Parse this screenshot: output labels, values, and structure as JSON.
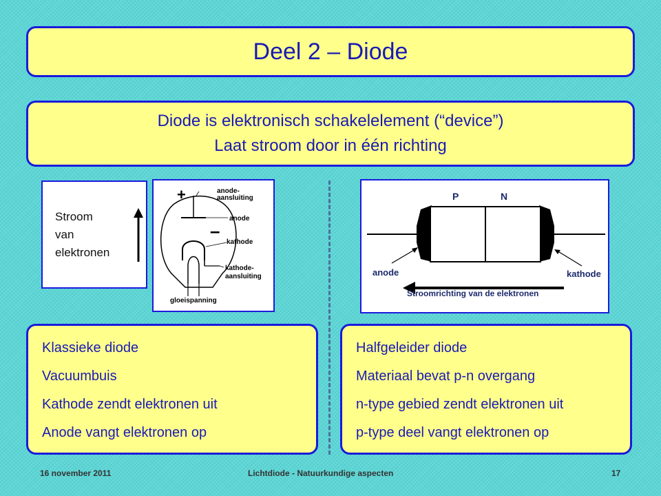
{
  "title": "Deel 2 – Diode",
  "subtitle": {
    "line1": "Diode is elektronisch schakelelement  (“device”)",
    "line2": "Laat stroom door in één richting"
  },
  "stroom_label": [
    "Stroom",
    "van",
    "elektronen"
  ],
  "tube": {
    "plus": "+",
    "minus": "–",
    "anode_aansluiting": [
      "anode-",
      "aansluiting"
    ],
    "anode": "anode",
    "kathode": "kathode",
    "kathode_aansluiting": [
      "kathode-",
      "aansluiting"
    ],
    "gloeispanning": "gloeispanning"
  },
  "pn": {
    "p": "P",
    "n": "N",
    "anode": "anode",
    "kathode": "kathode",
    "caption": "Stroomrichting van de elektronen"
  },
  "left_list": [
    "Klassieke diode",
    "Vacuumbuis",
    "Kathode zendt elektronen uit",
    "Anode vangt elektronen op"
  ],
  "right_list": [
    "Halfgeleider diode",
    "Materiaal bevat p-n overgang",
    "n-type gebied zendt elektronen uit",
    "p-type deel vangt elektronen op"
  ],
  "footer": {
    "date": "16 november 2011",
    "center": "Lichtdiode - Natuurkundige aspecten",
    "page": "17"
  },
  "colors": {
    "box_fill": "#ffff8c",
    "border": "#1a1adc",
    "text": "#1a1ab4",
    "background": "#5ed6d6"
  }
}
